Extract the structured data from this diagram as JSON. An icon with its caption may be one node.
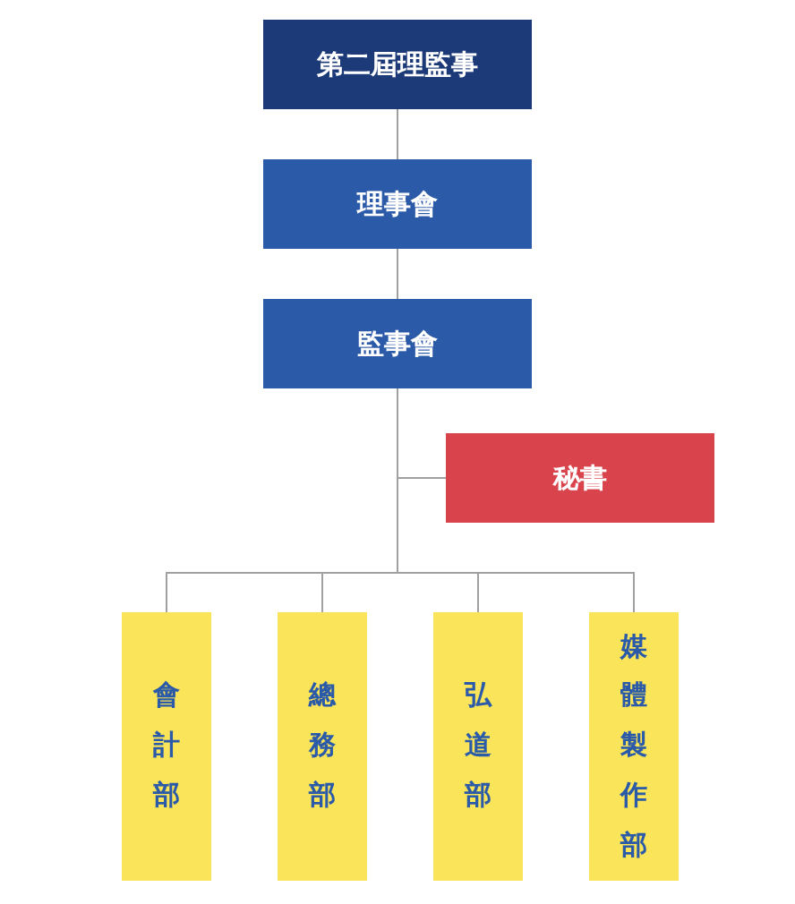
{
  "diagram": {
    "nodes": [
      {
        "text": [
          "第二屆理監事"
        ]
      },
      {
        "text": [
          "理事會"
        ]
      },
      {
        "text": [
          "監事會"
        ]
      },
      {
        "text": [
          "秘書"
        ]
      },
      {
        "text": [
          "會計部"
        ]
      },
      {
        "text": [
          "總務部"
        ]
      },
      {
        "text": [
          "弘道部"
        ]
      },
      {
        "text": [
          "媒體製作部"
        ]
      }
    ],
    "edges": [
      {
        "from": 0,
        "to": 1,
        "arrow": "none"
      },
      {
        "from": 1,
        "to": 2,
        "arrow": "none"
      },
      {
        "from": 2,
        "to": 3,
        "arrow": "none"
      },
      {
        "from": 2,
        "to": 4,
        "arrow": "none"
      },
      {
        "from": 2,
        "to": 5,
        "arrow": "none"
      },
      {
        "from": 2,
        "to": 6,
        "arrow": "none"
      },
      {
        "from": 2,
        "to": 7,
        "arrow": "none"
      }
    ]
  }
}
